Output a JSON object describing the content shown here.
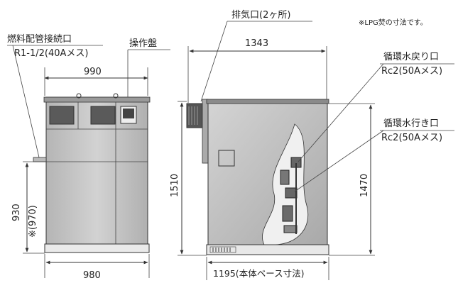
{
  "note": "※LPG焚の寸法です。",
  "left_view": {
    "fuel_port_label": "燃料配管接続口",
    "fuel_port_spec": "R1-1/2(40Aメス)",
    "control_panel_label": "操作盤",
    "dim_top_width": "990",
    "dim_bottom_width": "980",
    "dim_height_value": "930",
    "dim_height_lpg": "※(970)"
  },
  "right_view": {
    "exhaust_label": "排気口(2ヶ所)",
    "dim_top_width": "1343",
    "dim_height_total": "1510",
    "dim_height_body": "1470",
    "return_port_label": "循環水戻り口",
    "return_port_spec": "Rc2(50Aメス)",
    "supply_port_label": "循環水行き口",
    "supply_port_spec": "Rc2(50Aメス)",
    "base_dim": "1195(本体ベース寸法)"
  },
  "colors": {
    "panel_fill": "#c9c9c9",
    "panel_dark": "#8f8f8f",
    "window_fill": "#5a5a5a",
    "line": "#333333"
  }
}
